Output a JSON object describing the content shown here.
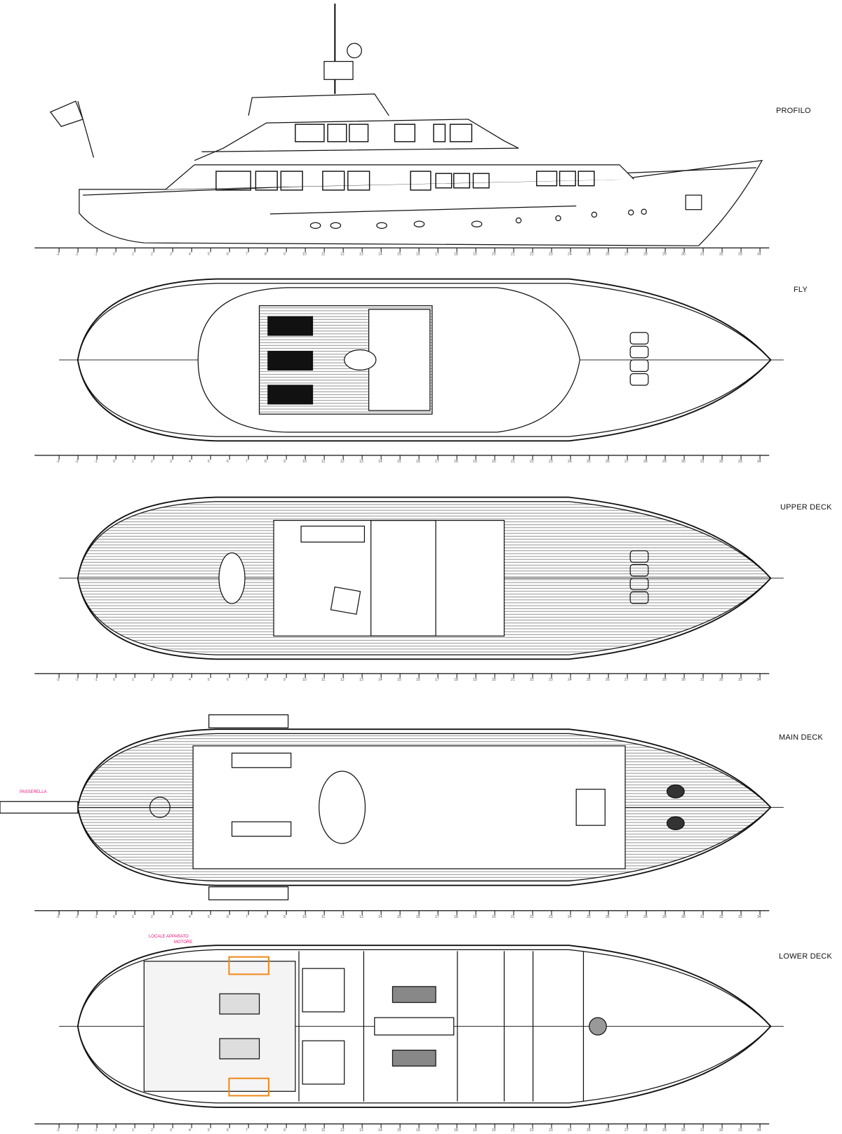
{
  "views": [
    {
      "id": "profile",
      "label": "PROFILO"
    },
    {
      "id": "fly",
      "label": "FLY"
    },
    {
      "id": "upper",
      "label": "UPPER DECK"
    },
    {
      "id": "main",
      "label": "MAIN DECK"
    },
    {
      "id": "lower",
      "label": "LOWER DECK"
    }
  ],
  "ruler_ticks": [
    "-3",
    "-2",
    "-1",
    "0",
    "1",
    "2",
    "3",
    "4",
    "5",
    "6",
    "7",
    "8",
    "9",
    "10",
    "11",
    "12",
    "13",
    "14",
    "15",
    "16",
    "17",
    "18",
    "19",
    "20",
    "21",
    "22",
    "23",
    "24",
    "25",
    "26",
    "27",
    "28",
    "29",
    "30",
    "31",
    "32",
    "33",
    "34"
  ],
  "notes": {
    "gangway": "PASSERELLA",
    "engine_room_1": "LOCALE APPARATO",
    "engine_room_2": "MOTORE"
  },
  "colors": {
    "line": "#111111",
    "annotation": "#e8137a",
    "machinery": "#f08a1c",
    "deck": "#9a9a9a"
  }
}
